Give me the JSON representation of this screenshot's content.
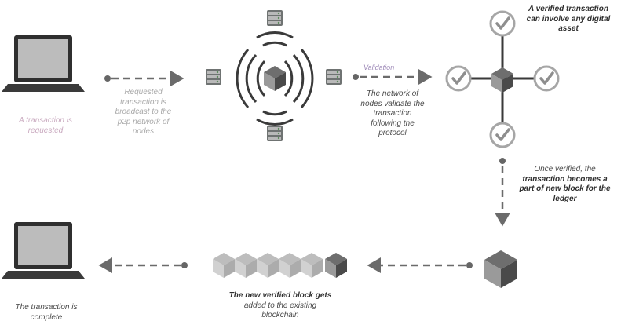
{
  "captions": {
    "requested": [
      "A transaction is",
      "requested"
    ],
    "broadcast": [
      "Requested",
      "transaction is",
      "broadcast to the",
      "p2p network of",
      "nodes"
    ],
    "validation_label": "Validation",
    "network_validate": [
      "The network of",
      "nodes validate the",
      "transaction"
    ],
    "protocol": [
      "following the",
      "protocol"
    ],
    "verified_asset": [
      "A verified transaction",
      "can involve any digital",
      "asset"
    ],
    "once_verified": "Once verified, the",
    "becomes": "transaction becomes a",
    "new_block": [
      "part of new block for the",
      "ledger"
    ],
    "added": [
      "The new verified block gets",
      "added to the existing",
      "blockchain"
    ],
    "complete": [
      "The transaction is",
      "complete"
    ]
  },
  "colors": {
    "arrow": "#6b6b6b",
    "dot": "#666666",
    "laptop_screen": "#bcbcbc",
    "cube_top": "#6e6e6e",
    "cube_left": "#9a9a9a",
    "cube_right": "#4a4a4a",
    "check": "#9a9a9a"
  },
  "icons": [
    "laptop-icon",
    "server-icon",
    "cube-icon",
    "check-circle-icon",
    "blockchain-icon",
    "signal-wave-icon",
    "arrow-icon"
  ]
}
